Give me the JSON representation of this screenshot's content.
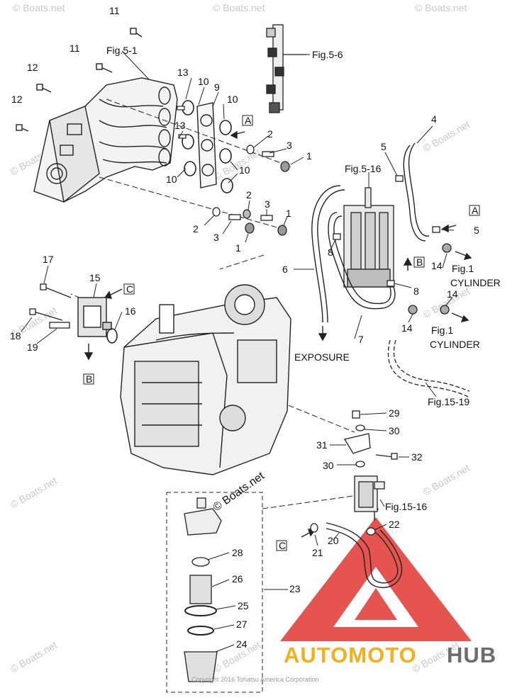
{
  "diagram": {
    "callouts": [
      {
        "id": "c11a",
        "text": "11"
      },
      {
        "id": "c11b",
        "text": "11"
      },
      {
        "id": "c12a",
        "text": "12"
      },
      {
        "id": "c12b",
        "text": "12"
      },
      {
        "id": "c13a",
        "text": "13"
      },
      {
        "id": "c13b",
        "text": "13"
      },
      {
        "id": "c10a",
        "text": "10"
      },
      {
        "id": "c10b",
        "text": "10"
      },
      {
        "id": "c10c",
        "text": "10"
      },
      {
        "id": "c10d",
        "text": "10"
      },
      {
        "id": "c9",
        "text": "9"
      },
      {
        "id": "c2a",
        "text": "2"
      },
      {
        "id": "c3a",
        "text": "3"
      },
      {
        "id": "c1a",
        "text": "1"
      },
      {
        "id": "c2b",
        "text": "2"
      },
      {
        "id": "c3b",
        "text": "3"
      },
      {
        "id": "c1b",
        "text": "1"
      },
      {
        "id": "c2c",
        "text": "2"
      },
      {
        "id": "c3c",
        "text": "3"
      },
      {
        "id": "c1c",
        "text": "1"
      },
      {
        "id": "c4",
        "text": "4"
      },
      {
        "id": "c5a",
        "text": "5"
      },
      {
        "id": "c5b",
        "text": "5"
      },
      {
        "id": "c6",
        "text": "6"
      },
      {
        "id": "c7",
        "text": "7"
      },
      {
        "id": "c8a",
        "text": "8"
      },
      {
        "id": "c8b",
        "text": "8"
      },
      {
        "id": "c14a",
        "text": "14"
      },
      {
        "id": "c14b",
        "text": "14"
      },
      {
        "id": "c14c",
        "text": "14"
      },
      {
        "id": "c15",
        "text": "15"
      },
      {
        "id": "c16",
        "text": "16"
      },
      {
        "id": "c17",
        "text": "17"
      },
      {
        "id": "c18",
        "text": "18"
      },
      {
        "id": "c19",
        "text": "19"
      },
      {
        "id": "c29",
        "text": "29"
      },
      {
        "id": "c30a",
        "text": "30"
      },
      {
        "id": "c30b",
        "text": "30"
      },
      {
        "id": "c31",
        "text": "31"
      },
      {
        "id": "c32",
        "text": "32"
      },
      {
        "id": "c22",
        "text": "22"
      },
      {
        "id": "c20",
        "text": "20"
      },
      {
        "id": "c21",
        "text": "21"
      },
      {
        "id": "c28",
        "text": "28"
      },
      {
        "id": "c26",
        "text": "26"
      },
      {
        "id": "c25",
        "text": "25"
      },
      {
        "id": "c27",
        "text": "27"
      },
      {
        "id": "c24",
        "text": "24"
      },
      {
        "id": "c23",
        "text": "23"
      }
    ],
    "figure_refs": {
      "fig5_1": "Fig.5-1",
      "fig5_6": "Fig.5-6",
      "fig5_16": "Fig.5-16",
      "fig15_19": "Fig.15-19",
      "fig15_16": "Fig.15-16",
      "fig1_a": "Fig.1",
      "fig1_b": "Fig.1",
      "cylinder_a": "CYLINDER",
      "cylinder_b": "CYLINDER",
      "exposure": "EXPOSURE"
    },
    "connection_tags": {
      "a1": "A",
      "a2": "A",
      "b1": "B",
      "b2": "B",
      "c1": "C",
      "c2": "C"
    },
    "watermark": "© Boats.net",
    "copyright": "Copyright 2016 Tohatsu America Corporation",
    "brand": {
      "part1": "AUTOMOTO",
      "part2": "HUB",
      "color1": "#f2b01e",
      "color2": "#6d6d6d",
      "logo_color": "#e0362f"
    }
  }
}
